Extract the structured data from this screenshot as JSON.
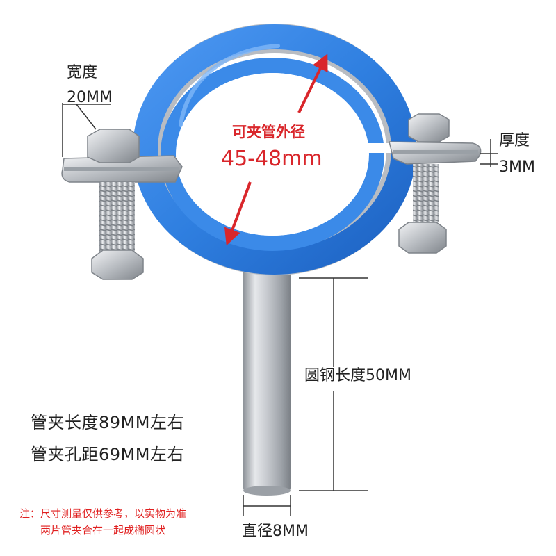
{
  "labels": {
    "width_title": "宽度",
    "width_value": "20MM",
    "thickness_title": "厚度",
    "thickness_value": "3MM",
    "diameter_title": "可夹管外径",
    "diameter_value": "45-48mm",
    "rod_length": "圆钢长度50MM",
    "clamp_length": "管夹长度89MM左右",
    "hole_spacing": "管夹孔距69MM左右",
    "rod_diameter": "直径8MM",
    "note_line1": "注：尺寸测量仅供参考，以实物为准",
    "note_line2": "两片管夹合在一起成椭圆状"
  },
  "colors": {
    "rubber_blue": "#2f7fe0",
    "steel": "#c9ccd1",
    "accent_red": "#d9262b",
    "text": "#222222"
  }
}
